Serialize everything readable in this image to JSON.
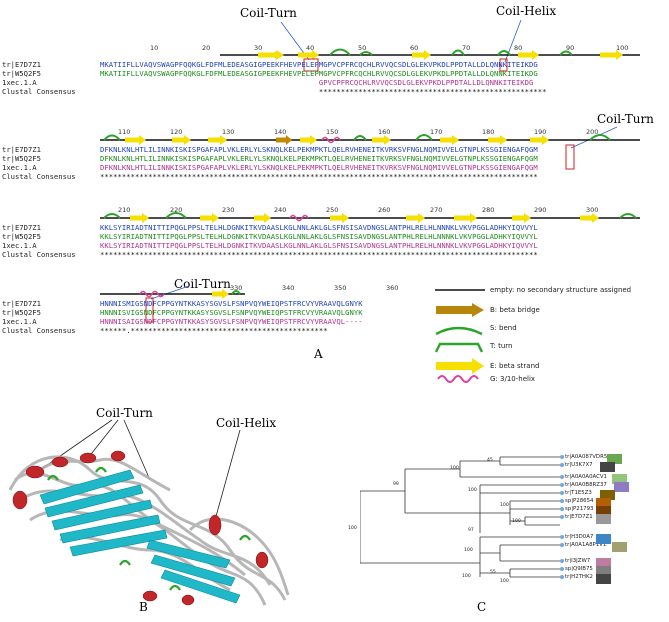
{
  "panels": {
    "a": "A",
    "b": "B",
    "c": "C"
  },
  "callouts": {
    "coil_turn_1": "Coil-Turn",
    "coil_helix_1": "Coil-Helix",
    "coil_turn_2": "Coil-Turn",
    "coil_turn_3": "Coil-Turn",
    "protein_coil_turn": "Coil-Turn",
    "protein_coil_helix": "Coil-Helix"
  },
  "alignment": {
    "row_names": [
      "tr|E7D7Z1",
      "tr|W5Q2F5",
      "1xec.1.A",
      "Clustal Consensus"
    ],
    "blocks": [
      {
        "ruler": [
          "10",
          "20",
          "30",
          "40",
          "50",
          "60",
          "70",
          "80",
          "90",
          "100"
        ],
        "seqs": [
          "MKATIIFLLVAQVSWAGPFQQKGLFDFMLEDEASGIGPEEKFHEVPELEPMGPVCPFRCQCHLRVVQCSDLGLEKVPKDLPPDTALLDLQNNKITEIKDG",
          "MKATIIFLLVAQVSWAGPFQQKGLFDFMLEDEASGIGPEEKFHEVPELEPMGPVCPFRCQCHLRVVQCSDLGLEKVPKDLPPDTALLDLQNNKITEIKDG",
          "                                                  GPVCPFRCQCHLRVVQCSDLGLEKVPKDLPPDTALLDLQNNKITEIKDG",
          "                                                  ****************************************************"
        ]
      },
      {
        "ruler": [
          "110",
          "120",
          "130",
          "140",
          "150",
          "160",
          "170",
          "180",
          "190",
          "200"
        ],
        "seqs": [
          "DFKNLKNLHTLILINNKISKISPGAFAPLVKLERLYLSKNQLKELPEKMPKTLQELRVHENEITKVRKSVFNGLNQMIVVELGTNPLKSSGIENGAFQGM",
          "DFKNLKNLHTLILINNKISKISPGAFAPLVKLERLYLSKNQLKELPEKMPKTLQELRVHENEITKVRKSVFNGLNQMIVVELGTNPLKSSGIENGAFQGM",
          "DFKNLKNLHTLILINNKISKISPGAFAPLVKLERLYLSKNQLKELPEKMPKTLQELRVHENEITKVRKSVFNGLNQMIVVELGTNPLKSSGIENGAFQGM",
          "****************************************************************************************************"
        ]
      },
      {
        "ruler": [
          "210",
          "220",
          "230",
          "240",
          "250",
          "260",
          "270",
          "280",
          "290",
          "300"
        ],
        "seqs": [
          "KKLSYIRIADTNITTIPQGLPPSLTELHLDGNKITKVDAASLKGLNNLAKLGLSFNSISAVDNGSLANTPHLRELHLNNNKLVKVPGGLADHKYIQVVYL",
          "KKLSYIRIADTNITTIPQGLPPSLTELHLDGNKITKVDAASLKGLNNLAKLGLSFNSISAVDNGSLANTPHLRELHLNNNKLVKVPGGLADHKYIQVVYL",
          "KKLSYIRIADTNITTIPQGLPPSLTELHLDGNKITKVDAASLKGLNNLAKLGLSFNSISAVDNGSLANTPHLRELHLNNNKLVKVPGGLADHKYIQVVYL",
          "****************************************************************************************************"
        ]
      },
      {
        "ruler": [
          "330",
          "340",
          "350",
          "360"
        ],
        "seqs": [
          "HNNNISMIGSNDFCPPGYNTKKASYSGVSLFSNPVQYWEIQPSTFRCVYVRAAVQLGNYK",
          "HNNNISVIGSNDFCPPGYNTKKASYSGVSLFSNPVQYWEIQPSTFRCVYVRAAVQLGNYK",
          "HNNNISAIGSNDFCPPGYNTKKASYSGVSLFSNPVQYWEIQPSTFRCVYVRAAVQL----",
          "******.*********************************************"
        ]
      }
    ]
  },
  "legend": [
    {
      "label": "empty: no secondary structure assigned",
      "icon": "line"
    },
    {
      "label": "B: beta bridge",
      "icon": "arrow-gold"
    },
    {
      "label": "S: bend",
      "icon": "bend"
    },
    {
      "label": "T: turn",
      "icon": "turn"
    },
    {
      "label": "E: beta strand",
      "icon": "arrow-yellow"
    },
    {
      "label": "G: 3/10-helix",
      "icon": "helix"
    }
  ],
  "tree": {
    "leaves": [
      "tr|A0A087VDR5",
      "tr|U3K7X7",
      "tr|A0A0A0ACV1",
      "tr|A0A0B8RZ37",
      "tr|T1E5Z3",
      "sp|P28654",
      "sp|P21793",
      "tr|E7D7Z1",
      "tr|H3D0A7",
      "tr|A0A1A8P1V1",
      "tr|I3JZW7",
      "sp|Q9IB75",
      "tr|H2THK2"
    ],
    "bootstrap": [
      "45",
      "100",
      "99",
      "100",
      "100",
      "100",
      "97",
      "100",
      "100",
      "55",
      "100",
      "100"
    ]
  },
  "colors": {
    "helix_red": "#c0262a",
    "strand_cyan": "#1fb8c8",
    "coil_green": "#2aa52a",
    "arrow_yellow": "#f5e000"
  }
}
